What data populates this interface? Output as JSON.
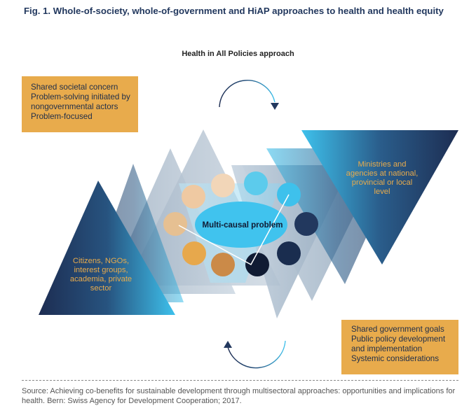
{
  "title": "Fig. 1. Whole-of-society, whole-of-government and HiAP approaches to health and health equity",
  "approach_label": "Health in All Policies approach",
  "society_box": {
    "lines": [
      "Shared societal concern",
      "Problem-solving initiated by",
      "nongovernmental actors",
      "Problem-focused"
    ]
  },
  "government_box": {
    "lines": [
      "Shared government goals",
      "Public policy development",
      "and implementation",
      "Systemic considerations"
    ]
  },
  "society_actors": {
    "lines": [
      "Citizens, NGOs,",
      "interest groups,",
      "academia, private",
      "sector"
    ]
  },
  "government_actors": {
    "lines": [
      "Ministries and",
      "agencies at national,",
      "provincial or local",
      "level"
    ]
  },
  "center_label": "Multi-causal problem",
  "source": "Source: Achieving co-benefits for sustainable development through multisectoral approaches: opportunities and implications for health. Bern: Swiss Agency for Development Cooperation; 2017.",
  "colors": {
    "title": "#22385e",
    "box_fill": "#e8ab4c",
    "navy": "#1d2d52",
    "cyan": "#3ec1ec",
    "center_ellipse": "#40c3ee"
  }
}
